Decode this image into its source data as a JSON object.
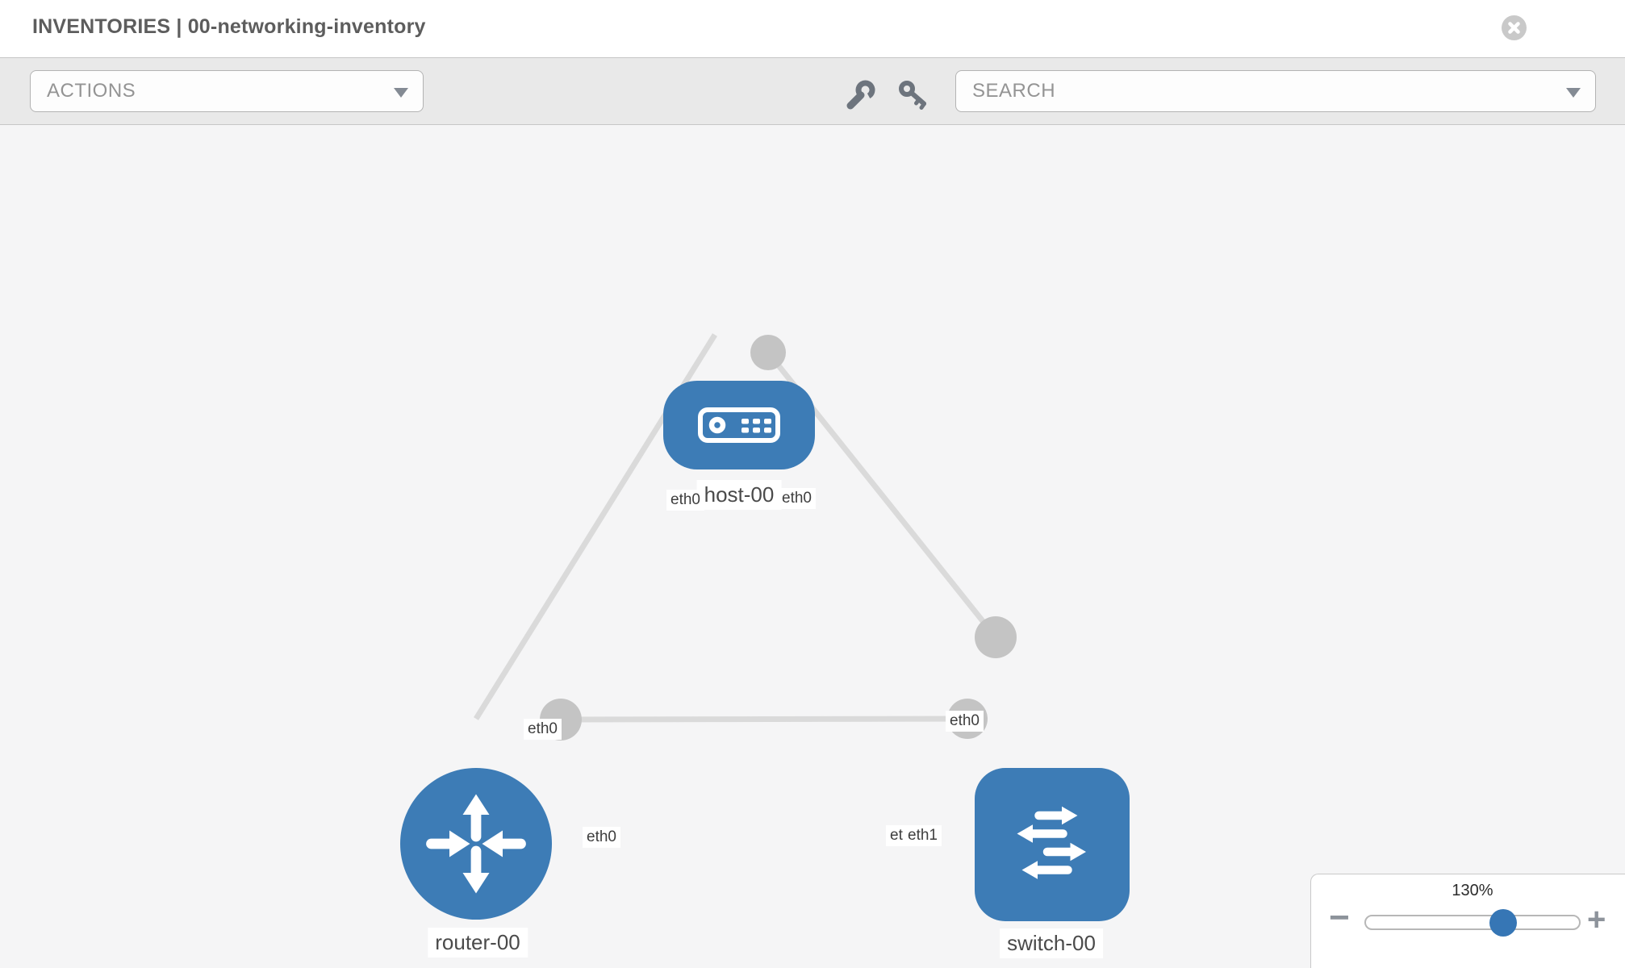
{
  "header": {
    "title": "INVENTORIES | 00-networking-inventory"
  },
  "toolbar": {
    "actions_label": "ACTIONS",
    "search_placeholder": "SEARCH",
    "icons": [
      "wrench-icon",
      "key-icon"
    ]
  },
  "graph": {
    "nodes": [
      {
        "id": "host-00",
        "type": "host",
        "label": "host-00"
      },
      {
        "id": "router-00",
        "type": "router",
        "label": "router-00"
      },
      {
        "id": "switch-00",
        "type": "switch",
        "label": "switch-00"
      }
    ],
    "links": [
      {
        "source": "router-00",
        "source_port": "eth0",
        "target": "host-00",
        "target_port": "eth0"
      },
      {
        "source": "switch-00",
        "source_port": "eth0",
        "target": "host-00",
        "target_port": "eth0"
      },
      {
        "source": "router-00",
        "source_port": "eth0",
        "target": "switch-00",
        "target_port": "eth1"
      }
    ],
    "port_labels": [
      {
        "id": "host-eth0-left",
        "text": "eth0"
      },
      {
        "id": "host-eth0-right",
        "text": "eth0"
      },
      {
        "id": "router-eth0-top",
        "text": "eth0"
      },
      {
        "id": "switch-eth0-top",
        "text": "eth0"
      },
      {
        "id": "router-eth0-right",
        "text": "eth0"
      },
      {
        "id": "switch-eth0-hidden",
        "text": "eth0"
      },
      {
        "id": "switch-eth1-left",
        "text": "eth1"
      }
    ]
  },
  "zoom_control": {
    "value": "130%",
    "minus_label": "−",
    "plus_label": "+"
  },
  "colors": {
    "node_blue": "#3d7cb6",
    "thumb_blue": "#3676b5",
    "link_gray": "#dadada",
    "port_gray": "#c4c4c4",
    "arrow_gray": "#b2b2b2",
    "toolbar_bg": "#e9e9e9",
    "canvas_bg": "#f5f5f6"
  }
}
